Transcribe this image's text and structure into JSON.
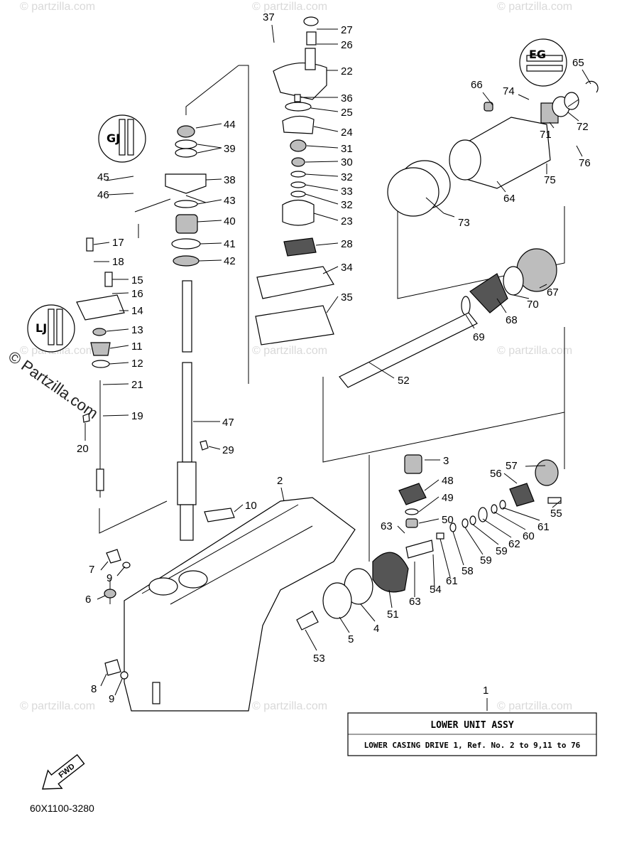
{
  "watermark": {
    "brand_text": "© Partzilla.com",
    "tile_text": "© partzilla.com"
  },
  "title_box": {
    "heading": "LOWER UNIT ASSY",
    "subheading": "LOWER CASING DRIVE 1, Ref. No. 2 to 9,11 to 76"
  },
  "diagram_code": "60X1100-3280",
  "fwd_label": "FWD",
  "grease_symbol_labels": [
    "GJ",
    "LJ",
    "EG"
  ],
  "icons": [
    "fwd-arrow-icon",
    "grease-symbol-icon"
  ],
  "colors": {
    "line": "#000000",
    "watermark": "#d9d9d9",
    "background": "#ffffff"
  },
  "callouts": [
    {
      "ref": "1"
    },
    {
      "ref": "2"
    },
    {
      "ref": "3"
    },
    {
      "ref": "4"
    },
    {
      "ref": "5"
    },
    {
      "ref": "6"
    },
    {
      "ref": "7"
    },
    {
      "ref": "8"
    },
    {
      "ref": "9"
    },
    {
      "ref": "9"
    },
    {
      "ref": "10"
    },
    {
      "ref": "11"
    },
    {
      "ref": "12"
    },
    {
      "ref": "13"
    },
    {
      "ref": "14"
    },
    {
      "ref": "15"
    },
    {
      "ref": "16"
    },
    {
      "ref": "17"
    },
    {
      "ref": "18"
    },
    {
      "ref": "19"
    },
    {
      "ref": "20"
    },
    {
      "ref": "21"
    },
    {
      "ref": "22"
    },
    {
      "ref": "23"
    },
    {
      "ref": "24"
    },
    {
      "ref": "25"
    },
    {
      "ref": "26"
    },
    {
      "ref": "27"
    },
    {
      "ref": "28"
    },
    {
      "ref": "29"
    },
    {
      "ref": "30"
    },
    {
      "ref": "31"
    },
    {
      "ref": "32"
    },
    {
      "ref": "33"
    },
    {
      "ref": "32"
    },
    {
      "ref": "34"
    },
    {
      "ref": "35"
    },
    {
      "ref": "36"
    },
    {
      "ref": "37"
    },
    {
      "ref": "38"
    },
    {
      "ref": "39"
    },
    {
      "ref": "40"
    },
    {
      "ref": "41"
    },
    {
      "ref": "42"
    },
    {
      "ref": "43"
    },
    {
      "ref": "44"
    },
    {
      "ref": "45"
    },
    {
      "ref": "46"
    },
    {
      "ref": "47"
    },
    {
      "ref": "48"
    },
    {
      "ref": "49"
    },
    {
      "ref": "50"
    },
    {
      "ref": "51"
    },
    {
      "ref": "52"
    },
    {
      "ref": "53"
    },
    {
      "ref": "54"
    },
    {
      "ref": "55"
    },
    {
      "ref": "56"
    },
    {
      "ref": "57"
    },
    {
      "ref": "58"
    },
    {
      "ref": "59"
    },
    {
      "ref": "59"
    },
    {
      "ref": "60"
    },
    {
      "ref": "61"
    },
    {
      "ref": "61"
    },
    {
      "ref": "62"
    },
    {
      "ref": "63"
    },
    {
      "ref": "63"
    },
    {
      "ref": "64"
    },
    {
      "ref": "65"
    },
    {
      "ref": "66"
    },
    {
      "ref": "67"
    },
    {
      "ref": "68"
    },
    {
      "ref": "69"
    },
    {
      "ref": "70"
    },
    {
      "ref": "71"
    },
    {
      "ref": "72"
    },
    {
      "ref": "73"
    },
    {
      "ref": "74"
    },
    {
      "ref": "75"
    },
    {
      "ref": "76"
    }
  ]
}
